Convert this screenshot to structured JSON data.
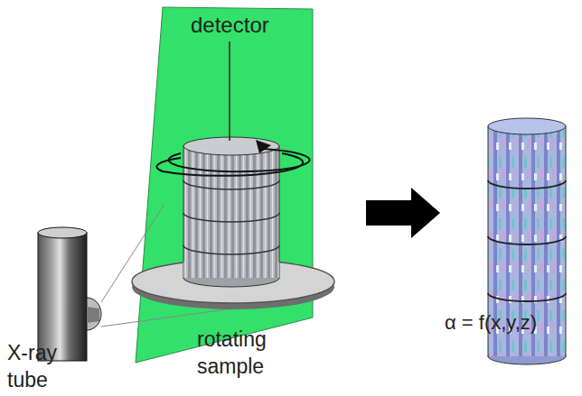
{
  "diagram": {
    "nodes": [
      {
        "text": [
          "detector"
        ]
      }
    ],
    "labels": [
      "rotating sample",
      "X-ray tube",
      "α = f(x,y,z)"
    ]
  }
}
